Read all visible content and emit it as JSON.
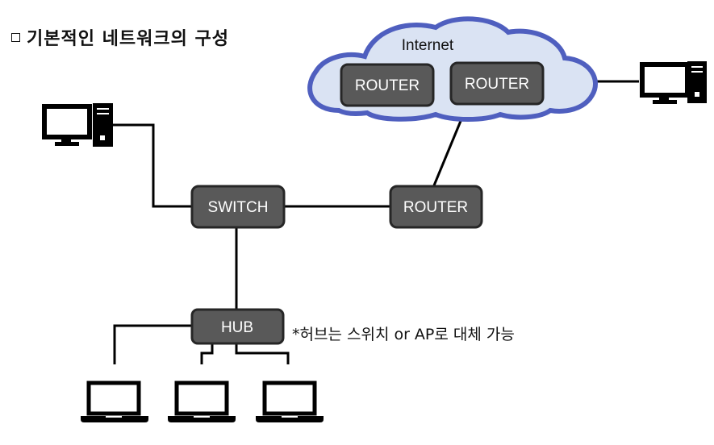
{
  "title": "기본적인 네트워크의 구성",
  "cloud": {
    "label": "Internet"
  },
  "nodes": {
    "router_cloud_1": "ROUTER",
    "router_cloud_2": "ROUTER",
    "router_main": "ROUTER",
    "switch": "SWITCH",
    "hub": "HUB"
  },
  "note": "*허브는 스위치 or AP로 대체 가능",
  "colors": {
    "node_fill": "#595959",
    "node_stroke": "#262626",
    "cloud_fill": "#dae3f3",
    "cloud_stroke": "#4f5fbf",
    "line": "#000000"
  }
}
